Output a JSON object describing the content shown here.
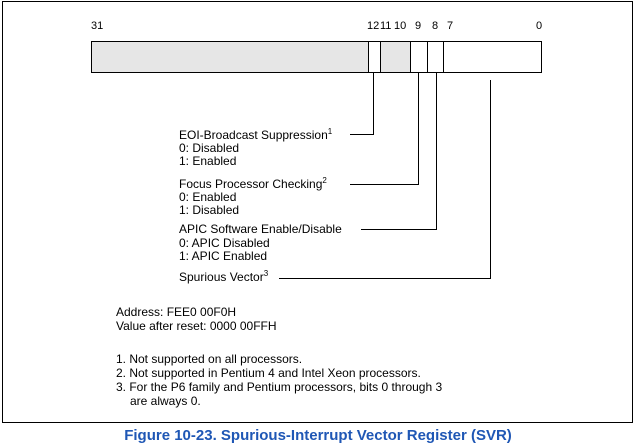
{
  "bit_positions": {
    "b31": "31",
    "b12": "12",
    "b11": "11",
    "b10": "10",
    "b9": "9",
    "b8": "8",
    "b7": "7",
    "b0": "0"
  },
  "fields": {
    "eoi": {
      "title": "EOI-Broadcast Suppression",
      "note": "1",
      "opt0": "0: Disabled",
      "opt1": "1: Enabled"
    },
    "focus": {
      "title": "Focus Processor Checking",
      "note": "2",
      "opt0": "0: Enabled",
      "opt1": "1: Disabled"
    },
    "apic": {
      "title": "APIC Software Enable/Disable",
      "opt0": "0: APIC Disabled",
      "opt1": "1: APIC Enabled"
    },
    "vector": {
      "title": "Spurious Vector",
      "note": "3"
    }
  },
  "address": {
    "line1": "Address: FEE0 00F0H",
    "line2": "Value after reset: 0000 00FFH"
  },
  "footnotes": {
    "n1": "1. Not supported on all processors.",
    "n2": "2. Not supported in Pentium 4 and Intel Xeon processors.",
    "n3a": "3. For the P6 family and Pentium processors, bits 0 through 3",
    "n3b": "are always 0."
  },
  "caption": "Figure 10-23.  Spurious-Interrupt Vector Register (SVR)"
}
